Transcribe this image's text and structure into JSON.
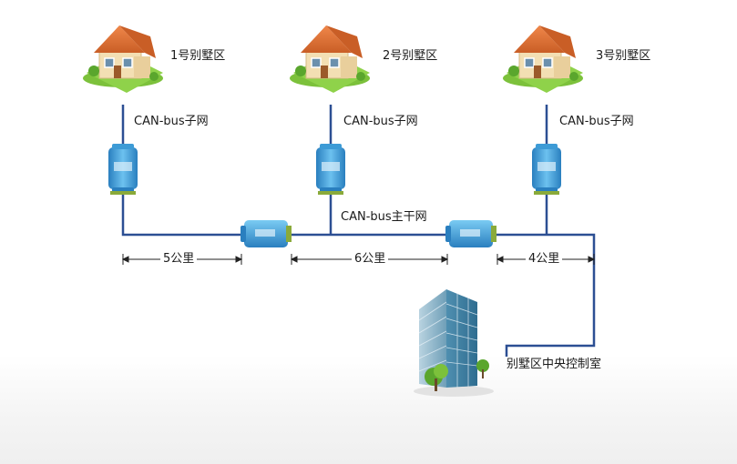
{
  "villas": [
    {
      "label": "1号别墅区"
    },
    {
      "label": "2号别墅区"
    },
    {
      "label": "3号别墅区"
    }
  ],
  "subnet_labels": [
    "CAN-bus子网",
    "CAN-bus子网",
    "CAN-bus子网"
  ],
  "trunk_label": "CAN-bus主干网",
  "distances": [
    "5公里",
    "6公里",
    "4公里"
  ],
  "control_room_label": "别墅区中央控制室",
  "colors": {
    "bus_line": "#2c4f93",
    "module_blue": "#4aa8e0",
    "module_dark": "#2a7fbf",
    "roof": "#e0743a",
    "wall": "#f3dfb3",
    "grass": "#7cc13b",
    "building_glass": "#8fb4c9"
  }
}
